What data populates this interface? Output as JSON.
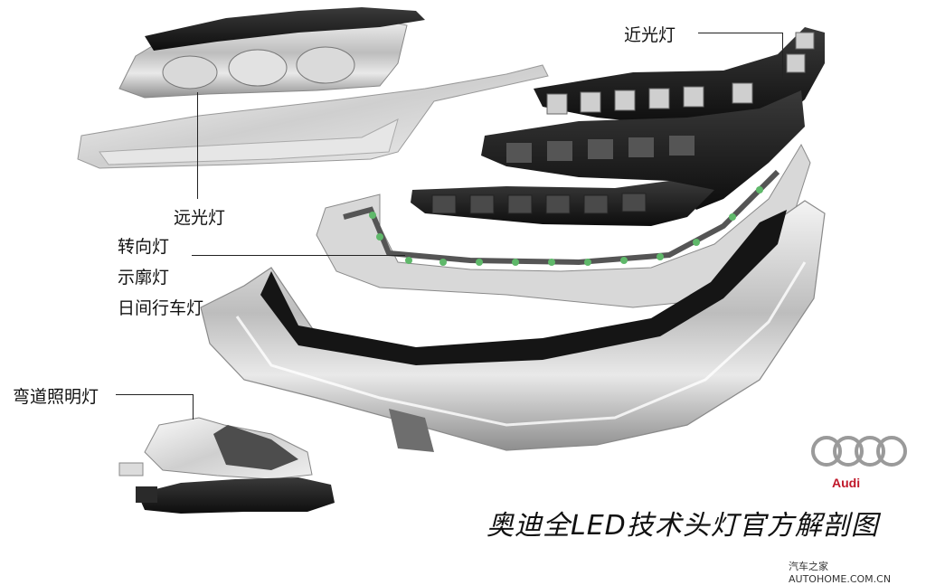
{
  "labels": {
    "low_beam": "近光灯",
    "high_beam": "远光灯",
    "turn_signal": "转向灯",
    "position_light": "示廓灯",
    "drl": "日间行车灯",
    "cornering_light": "弯道照明灯"
  },
  "caption": "奥迪全LED技术头灯官方解剖图",
  "brand": {
    "name": "Audi",
    "color": "#c0182a"
  },
  "watermark": "汽车之家 AUTOHOME.COM.CN",
  "parts": [
    "high-beam-reflector",
    "high-beam-housing-trim",
    "low-beam-led-array",
    "low-beam-heat-sink",
    "low-beam-reflector-frame",
    "drl-led-strip",
    "light-guide-bezel",
    "cornering-light-reflector",
    "cornering-light-mount"
  ]
}
